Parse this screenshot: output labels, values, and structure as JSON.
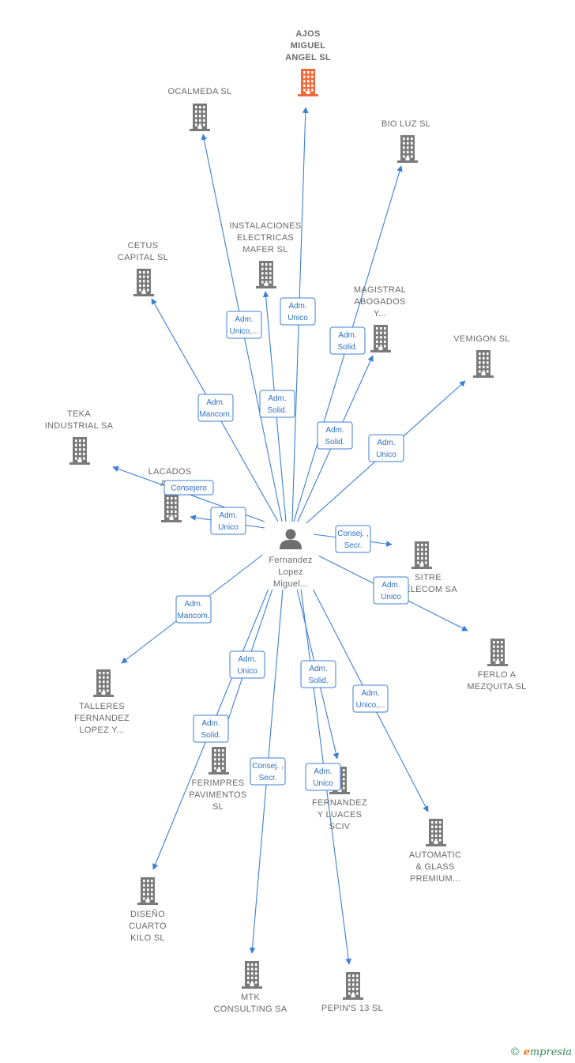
{
  "center": {
    "label": [
      "Fernandez",
      "Lopez",
      "Miguel..."
    ]
  },
  "companies": [
    {
      "id": "ajos",
      "label": [
        "AJOS",
        "MIGUEL",
        "ANGEL SL"
      ],
      "highlight": true
    },
    {
      "id": "ocalmeda",
      "label": [
        "OCALMEDA SL"
      ]
    },
    {
      "id": "bioluz",
      "label": [
        "BIO LUZ SL"
      ]
    },
    {
      "id": "instalaciones",
      "label": [
        "INSTALACIONES",
        "ELECTRICAS",
        "MAFER SL"
      ]
    },
    {
      "id": "cetus",
      "label": [
        "CETUS",
        "CAPITAL SL"
      ]
    },
    {
      "id": "magistral",
      "label": [
        "MAGISTRAL",
        "ABOGADOS",
        "Y..."
      ]
    },
    {
      "id": "vemigon",
      "label": [
        "VEMIGON SL"
      ]
    },
    {
      "id": "teka",
      "label": [
        "TEKA",
        "INDUSTRIAL SA"
      ]
    },
    {
      "id": "lacados",
      "label": [
        "LACADOS",
        "AL..."
      ]
    },
    {
      "id": "sitre",
      "label": [
        "SITRE",
        "TELECOM SA"
      ]
    },
    {
      "id": "ferlo",
      "label": [
        "FERLO A",
        "MEZQUITA SL"
      ]
    },
    {
      "id": "talleres",
      "label": [
        "TALLERES",
        "FERNANDEZ",
        "LOPEZ Y..."
      ]
    },
    {
      "id": "ferimpres",
      "label": [
        "FERIMPRES",
        "PAVIMENTOS",
        "SL"
      ]
    },
    {
      "id": "fernandezluaces",
      "label": [
        "FERNANDEZ",
        "Y LUACES",
        "SCIV"
      ]
    },
    {
      "id": "automatic",
      "label": [
        "AUTOMATIC",
        "& GLASS",
        "PREMIUM..."
      ]
    },
    {
      "id": "diseno",
      "label": [
        "DISEÑO",
        "CUARTO",
        "KILO SL"
      ]
    },
    {
      "id": "mtk",
      "label": [
        "MTK",
        "CONSULTING SA"
      ]
    },
    {
      "id": "pepins",
      "label": [
        "PEPIN'S 13 SL"
      ]
    }
  ],
  "relations": [
    {
      "to": "ajos",
      "label": [
        "Adm.",
        "Unico"
      ]
    },
    {
      "to": "ocalmeda",
      "label": [
        "Adm.",
        "Unico,..."
      ]
    },
    {
      "to": "instalaciones",
      "label": [
        "Adm.",
        "Solid."
      ]
    },
    {
      "to": "bioluz",
      "label": [
        "Adm.",
        "Solid."
      ]
    },
    {
      "to": "magistral",
      "label": [
        "Adm.",
        "Solid."
      ]
    },
    {
      "to": "cetus",
      "label": [
        "Adm.",
        "Mancom."
      ]
    },
    {
      "to": "vemigon",
      "label": [
        "Adm.",
        "Unico"
      ]
    },
    {
      "to": "teka",
      "label": [
        "Consejero"
      ]
    },
    {
      "to": "lacados",
      "label": [
        "Adm.",
        "Unico"
      ]
    },
    {
      "to": "sitre",
      "label": [
        "Consej. ,",
        "Secr."
      ]
    },
    {
      "to": "ferlo",
      "label": [
        "Adm.",
        "Unico"
      ]
    },
    {
      "to": "talleres",
      "label": [
        "Adm.",
        "Mancom."
      ]
    },
    {
      "to": "ferimpres",
      "label": [
        "Adm.",
        "Unico"
      ]
    },
    {
      "to": "diseno",
      "label": [
        "Adm.",
        "Solid."
      ]
    },
    {
      "to": "mtk",
      "label": [
        "Consej. ,",
        "Secr."
      ]
    },
    {
      "to": "fernandezluaces",
      "label": [
        "Adm.",
        "Solid."
      ]
    },
    {
      "to": "pepins",
      "label": [
        "Adm.",
        "Unico"
      ]
    },
    {
      "to": "automatic",
      "label": [
        "Adm.",
        "Unico,..."
      ]
    }
  ],
  "colors": {
    "edge": "#3d7fd6",
    "building": "#7a7a7a",
    "highlight": "#f26a3a",
    "person": "#6e6e6e"
  },
  "brand": {
    "copyright": "©",
    "first_letter": "e",
    "rest": "mpresia"
  }
}
